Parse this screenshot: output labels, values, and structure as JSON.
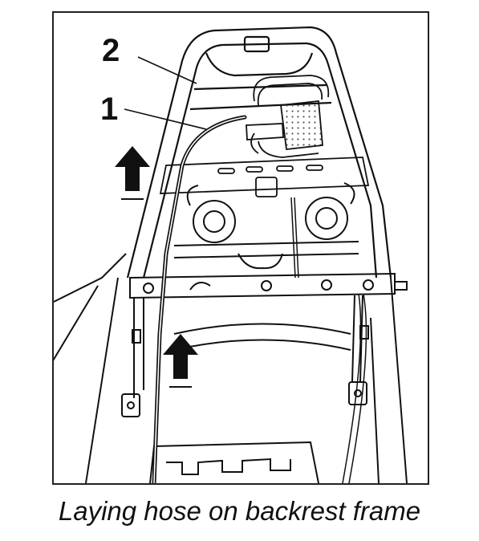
{
  "figure": {
    "callouts": [
      {
        "id": "2",
        "text": "2"
      },
      {
        "id": "1",
        "text": "1"
      }
    ],
    "colors": {
      "line": "#111111",
      "hose": "#111111",
      "background": "#ffffff",
      "hatch": "#666666"
    }
  },
  "caption": {
    "text": "Laying hose on backrest frame"
  }
}
